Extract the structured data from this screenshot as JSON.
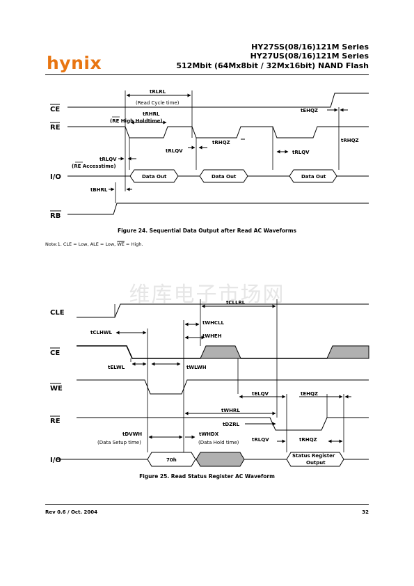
{
  "header": {
    "logo": "hynix",
    "line1": "HY27SS(08/16)121M Series",
    "line2": "HY27US(08/16)121M Series",
    "line3": "512Mbit (64Mx8bit / 32Mx16bit) NAND Flash"
  },
  "fig24": {
    "caption": "Figure 24. Sequential Data Output after Read AC Waveforms",
    "signals": {
      "ce": "CE",
      "re": "RE",
      "io": "I/O",
      "rb": "RB"
    },
    "labels": {
      "trlrl": "tRLRL",
      "read_cycle": "(Read Cycle time)",
      "trhrl": "tRHRL",
      "re_hold": "(RE High Holdtime)",
      "re_hold_bar": "RE",
      "tehqz": "tEHQZ",
      "trlqv_a": "tRLQV",
      "trhqz_a": "tRHQZ",
      "trlqv_b": "tRLQV",
      "trhqz_b": "tRHQZ",
      "trlqv_c": "tRLQV",
      "re_access": "(RE Accesstime)",
      "re_access_bar": "RE",
      "tbhrl": "tBHRL",
      "data_out_1": "Data Out",
      "data_out_2": "Data Out",
      "data_out_3": "Data Out"
    }
  },
  "note": {
    "prefix": "Note:1. CLE = Low, ALE = Low, ",
    "we": "WE",
    "suffix": " = High."
  },
  "watermark": "维库电子市场网",
  "fig25": {
    "caption": "Figure 25. Read Status Register AC Waveform",
    "signals": {
      "cle": "CLE",
      "ce": "CE",
      "we": "WE",
      "re": "RE",
      "io": "I/O"
    },
    "labels": {
      "tcllrl": "tCLLRL",
      "twhcll": "tWHCLL",
      "twheh": "tWHEH",
      "tclhwl": "tCLHWL",
      "telwl": "tELWL",
      "twlwh": "tWLWH",
      "telqv": "tELQV",
      "tehqz": "tEHQZ",
      "twhrl": "tWHRL",
      "tdzrl": "tDZRL",
      "tdvwh": "tDVWH",
      "data_setup": "(Data Setup time)",
      "twhdx": "tWHDX",
      "data_hold": "(Data Hold time)",
      "trlqv": "tRLQV",
      "trhqz": "tRHQZ",
      "data_70h": "70h",
      "status_1": "Status Register",
      "status_2": "Output"
    }
  },
  "footer": {
    "rev": "Rev 0.6 / Oct. 2004",
    "page": "32"
  }
}
